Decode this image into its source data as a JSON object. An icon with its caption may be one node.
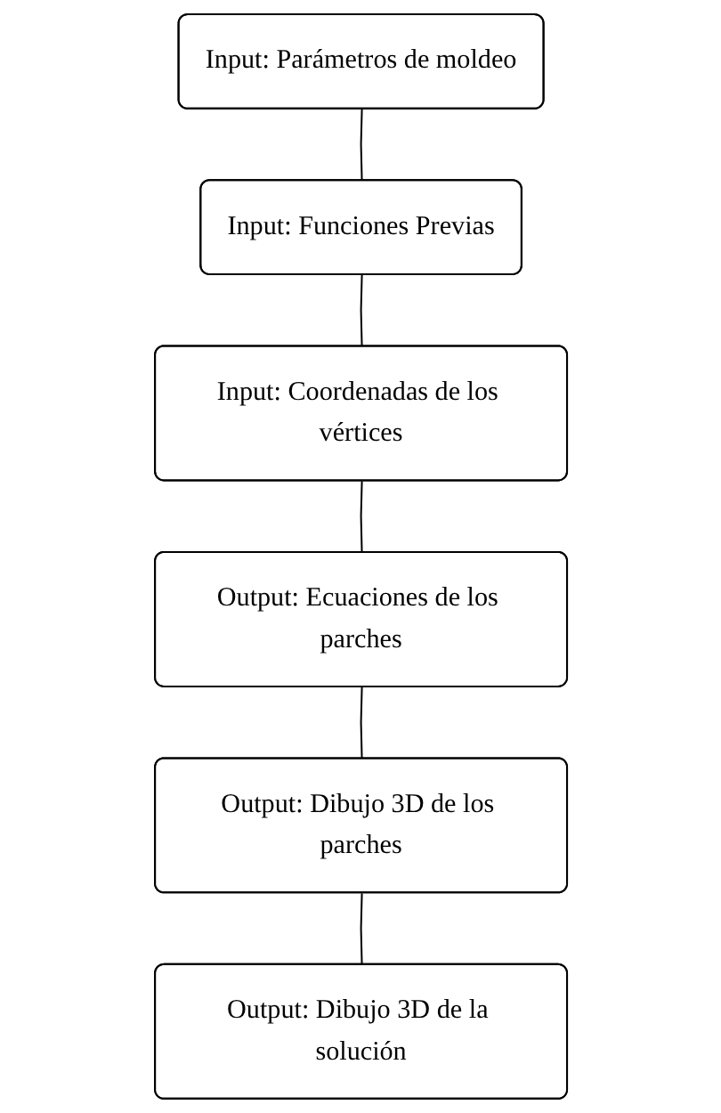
{
  "diagram": {
    "nodes": [
      {
        "text": [
          "Input: Parámetros de moldeo"
        ]
      },
      {
        "text": [
          "Input: Funciones Previas"
        ]
      },
      {
        "text": [
          "Input: Coordenadas de los vértices"
        ]
      },
      {
        "text": [
          "Output: Ecuaciones de los parches"
        ]
      },
      {
        "text": [
          "Output: Dibujo 3D de los parches"
        ]
      },
      {
        "text": [
          "Output: Dibujo 3D de la solución"
        ]
      }
    ],
    "edges": [
      {
        "from": 0,
        "to": 1,
        "arrow": "none"
      },
      {
        "from": 1,
        "to": 2,
        "arrow": "none"
      },
      {
        "from": 2,
        "to": 3,
        "arrow": "none"
      },
      {
        "from": 3,
        "to": 4,
        "arrow": "none"
      },
      {
        "from": 4,
        "to": 5,
        "arrow": "none"
      }
    ]
  }
}
